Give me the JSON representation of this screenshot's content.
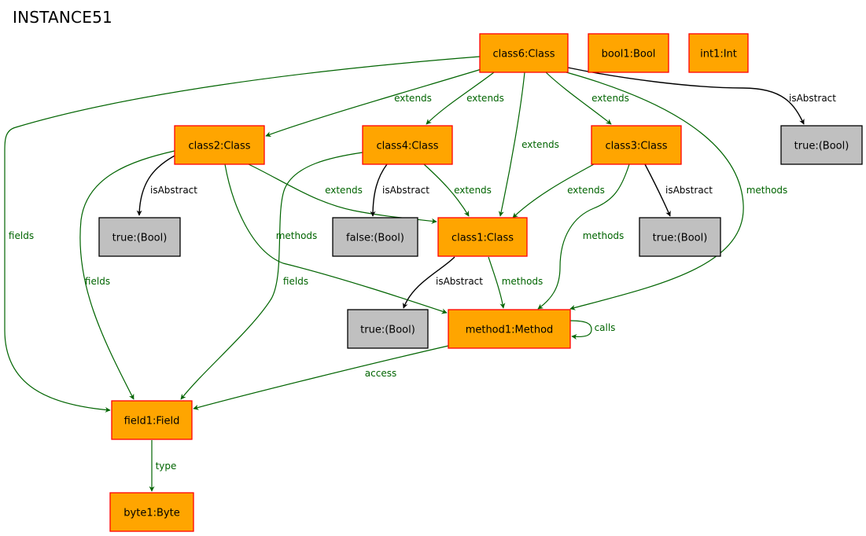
{
  "title": "INSTANCE51",
  "colors": {
    "object_fill": "#ffa500",
    "object_stroke": "#ff0000",
    "value_fill": "#c0c0c0",
    "value_stroke": "#000000",
    "ref_edge": "#006400",
    "attr_edge": "#000000"
  },
  "nodes": [
    {
      "id": "class6",
      "label": "class6:Class",
      "kind": "object"
    },
    {
      "id": "bool1",
      "label": "bool1:Bool",
      "kind": "object"
    },
    {
      "id": "int1",
      "label": "int1:Int",
      "kind": "object"
    },
    {
      "id": "class2",
      "label": "class2:Class",
      "kind": "object"
    },
    {
      "id": "class4",
      "label": "class4:Class",
      "kind": "object"
    },
    {
      "id": "class3",
      "label": "class3:Class",
      "kind": "object"
    },
    {
      "id": "true_c6",
      "label": "true:(Bool)",
      "kind": "value"
    },
    {
      "id": "true_c2",
      "label": "true:(Bool)",
      "kind": "value"
    },
    {
      "id": "false_c4",
      "label": "false:(Bool)",
      "kind": "value"
    },
    {
      "id": "class1",
      "label": "class1:Class",
      "kind": "object"
    },
    {
      "id": "true_c3",
      "label": "true:(Bool)",
      "kind": "value"
    },
    {
      "id": "true_c1",
      "label": "true:(Bool)",
      "kind": "value"
    },
    {
      "id": "method1",
      "label": "method1:Method",
      "kind": "object"
    },
    {
      "id": "field1",
      "label": "field1:Field",
      "kind": "object"
    },
    {
      "id": "byte1",
      "label": "byte1:Byte",
      "kind": "object"
    }
  ],
  "edges": [
    {
      "id": "e_c6_c2_extends",
      "from": "class6",
      "to": "class2",
      "label": "extends",
      "kind": "ref"
    },
    {
      "id": "e_c6_c4_extends",
      "from": "class6",
      "to": "class4",
      "label": "extends",
      "kind": "ref"
    },
    {
      "id": "e_c6_c1_extends",
      "from": "class6",
      "to": "class1",
      "label": "extends",
      "kind": "ref"
    },
    {
      "id": "e_c6_c3_extends",
      "from": "class6",
      "to": "class3",
      "label": "extends",
      "kind": "ref"
    },
    {
      "id": "e_c6_isabstract",
      "from": "class6",
      "to": "true_c6",
      "label": "isAbstract",
      "kind": "attr"
    },
    {
      "id": "e_c6_methods",
      "from": "class6",
      "to": "method1",
      "label": "methods",
      "kind": "ref"
    },
    {
      "id": "e_c6_fields",
      "from": "class6",
      "to": "field1",
      "label": "fields",
      "kind": "ref"
    },
    {
      "id": "e_c2_isabstract",
      "from": "class2",
      "to": "true_c2",
      "label": "isAbstract",
      "kind": "attr"
    },
    {
      "id": "e_c2_c1_extends",
      "from": "class2",
      "to": "class1",
      "label": "extends",
      "kind": "ref"
    },
    {
      "id": "e_c2_methods",
      "from": "class2",
      "to": "method1",
      "label": "methods",
      "kind": "ref"
    },
    {
      "id": "e_c2_fields",
      "from": "class2",
      "to": "field1",
      "label": "fields",
      "kind": "ref"
    },
    {
      "id": "e_c4_isabstract",
      "from": "class4",
      "to": "false_c4",
      "label": "isAbstract",
      "kind": "attr"
    },
    {
      "id": "e_c4_c1_extends",
      "from": "class4",
      "to": "class1",
      "label": "extends",
      "kind": "ref"
    },
    {
      "id": "e_c4_fields",
      "from": "class4",
      "to": "field1",
      "label": "fields",
      "kind": "ref"
    },
    {
      "id": "e_c3_c1_extends",
      "from": "class3",
      "to": "class1",
      "label": "extends",
      "kind": "ref"
    },
    {
      "id": "e_c3_isabstract",
      "from": "class3",
      "to": "true_c3",
      "label": "isAbstract",
      "kind": "attr"
    },
    {
      "id": "e_c3_methods",
      "from": "class3",
      "to": "method1",
      "label": "methods",
      "kind": "ref"
    },
    {
      "id": "e_c1_isabstract",
      "from": "class1",
      "to": "true_c1",
      "label": "isAbstract",
      "kind": "attr"
    },
    {
      "id": "e_c1_methods",
      "from": "class1",
      "to": "method1",
      "label": "methods",
      "kind": "ref"
    },
    {
      "id": "e_m1_calls",
      "from": "method1",
      "to": "method1",
      "label": "calls",
      "kind": "ref"
    },
    {
      "id": "e_m1_access",
      "from": "method1",
      "to": "field1",
      "label": "access",
      "kind": "ref"
    },
    {
      "id": "e_f1_type",
      "from": "field1",
      "to": "byte1",
      "label": "type",
      "kind": "ref"
    }
  ]
}
